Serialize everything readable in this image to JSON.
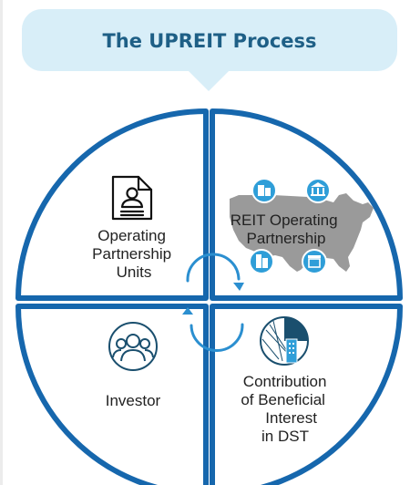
{
  "header": {
    "title": "The UPREIT Process"
  },
  "quadrants": {
    "top_left": {
      "lines": [
        "Operating",
        "Partnership",
        "Units"
      ]
    },
    "top_right": {
      "lines": [
        "REIT Operating",
        "Partnership"
      ]
    },
    "bottom_left": {
      "lines": [
        "Investor"
      ]
    },
    "bottom_right": {
      "lines": [
        "Contribution",
        "of Beneficial",
        "Interest",
        "in DST"
      ]
    }
  },
  "colors": {
    "title_text": "#1e5f86",
    "banner_fill": "#d8eef8",
    "ring_stroke": "#1667ad",
    "icon_blue": "#2f9ed8",
    "map_gray": "#9a9a9a",
    "cycle_arrow": "#2b8fd0"
  },
  "icons": {
    "top_left": "document-person-icon",
    "top_right": "us-map-with-building-icons",
    "bottom_left": "people-group-icon",
    "bottom_right": "building-pie-chart-icon",
    "center": "circular-arrows-icon"
  }
}
